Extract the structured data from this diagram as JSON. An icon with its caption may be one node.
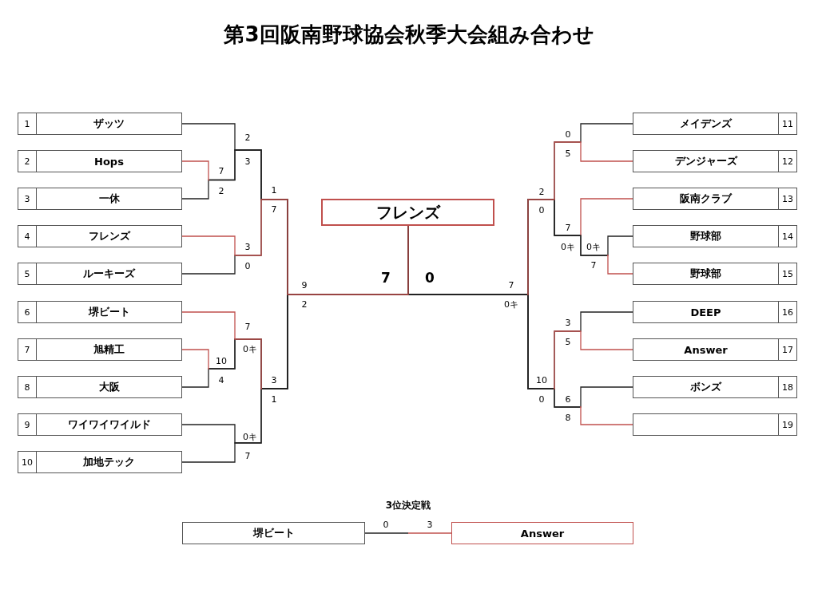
{
  "diagram": {
    "title": "第3回阪南野球協会秋季大会組み合わせ",
    "nodes": [
      {
        "text": [
          "1",
          "ザッツ"
        ]
      },
      {
        "text": [
          "2",
          "Hops"
        ]
      },
      {
        "text": [
          "3",
          "一休"
        ]
      },
      {
        "text": [
          "4",
          "フレンズ"
        ]
      },
      {
        "text": [
          "5",
          "ルーキーズ"
        ]
      },
      {
        "text": [
          "6",
          "堺ビート"
        ]
      },
      {
        "text": [
          "7",
          "旭精工"
        ]
      },
      {
        "text": [
          "8",
          "大阪"
        ]
      },
      {
        "text": [
          "9",
          "ワイワイワイルド"
        ]
      },
      {
        "text": [
          "10",
          "加地テック"
        ]
      },
      {
        "text": [
          "フレンズ"
        ]
      },
      {
        "text": [
          "メイデンズ",
          "11"
        ]
      },
      {
        "text": [
          "デンジャーズ",
          "12"
        ]
      },
      {
        "text": [
          "阪南クラブ",
          "13"
        ]
      },
      {
        "text": [
          "野球部",
          "14"
        ]
      },
      {
        "text": [
          "野球部",
          "15"
        ]
      },
      {
        "text": [
          "DEEP",
          "16"
        ]
      },
      {
        "text": [
          "Answer",
          "17"
        ]
      },
      {
        "text": [
          "ボンズ",
          "18"
        ]
      },
      {
        "text": [
          "19"
        ]
      },
      {
        "text": [
          "堺ビート"
        ]
      },
      {
        "text": [
          "Answer"
        ]
      }
    ],
    "edges": [
      {
        "from": 0,
        "to": 10,
        "arrow": "none"
      },
      {
        "from": 1,
        "to": 10,
        "arrow": "none",
        "color": "#c0504d"
      },
      {
        "from": 2,
        "to": 10,
        "arrow": "none"
      },
      {
        "from": 3,
        "to": 10,
        "arrow": "none",
        "color": "#c0504d"
      },
      {
        "from": 4,
        "to": 10,
        "arrow": "none"
      },
      {
        "from": 5,
        "to": 10,
        "arrow": "none",
        "color": "#c0504d"
      },
      {
        "from": 6,
        "to": 10,
        "arrow": "none",
        "color": "#c0504d"
      },
      {
        "from": 7,
        "to": 10,
        "arrow": "none"
      },
      {
        "from": 8,
        "to": 10,
        "arrow": "none"
      },
      {
        "from": 9,
        "to": 10,
        "arrow": "none",
        "color": "#c0504d"
      },
      {
        "from": 11,
        "to": 10,
        "arrow": "none"
      },
      {
        "from": 12,
        "to": 10,
        "arrow": "none",
        "color": "#c0504d"
      },
      {
        "from": 13,
        "to": 10,
        "arrow": "none",
        "color": "#c0504d"
      },
      {
        "from": 14,
        "to": 10,
        "arrow": "none"
      },
      {
        "from": 15,
        "to": 10,
        "arrow": "none",
        "color": "#c0504d"
      },
      {
        "from": 16,
        "to": 10,
        "arrow": "none"
      },
      {
        "from": 17,
        "to": 10,
        "arrow": "none",
        "color": "#c0504d"
      },
      {
        "from": 18,
        "to": 10,
        "arrow": "none"
      },
      {
        "from": 19,
        "to": 10,
        "arrow": "none",
        "color": "#c0504d"
      },
      {
        "from": 20,
        "to": 21,
        "arrow": "none",
        "color": "#c0504d"
      }
    ],
    "labels": [
      "2",
      "3",
      "7",
      "2",
      "1",
      "7",
      "3",
      "0",
      "9",
      "2",
      "7",
      "0キ",
      "10",
      "4",
      "3",
      "1",
      "0キ",
      "7",
      "7",
      "0",
      "0",
      "5",
      "2",
      "0",
      "7",
      "0キ",
      "0キ",
      "7",
      "7",
      "0キ",
      "3",
      "5",
      "10",
      "0",
      "6",
      "8",
      "3位決定戦",
      "0",
      "3"
    ]
  }
}
